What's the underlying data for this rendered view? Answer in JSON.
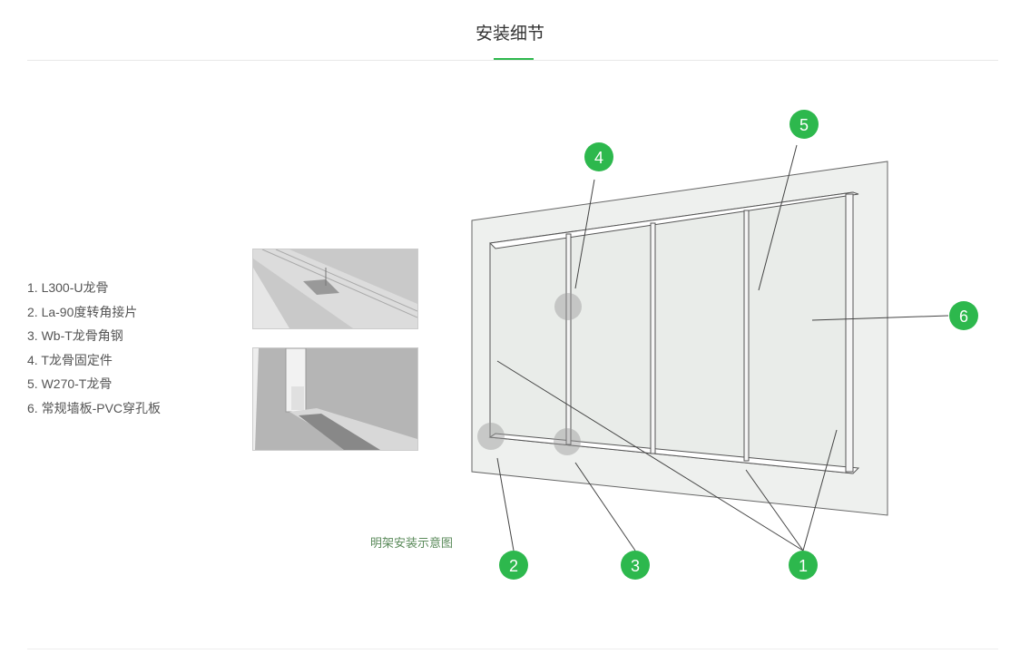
{
  "header": {
    "title": "安装细节"
  },
  "legend": [
    "1. L300-U龙骨",
    "2. La-90度转角接片",
    "3. Wb-T龙骨角钢",
    "4. T龙骨固定件",
    "5. W270-T龙骨",
    "6. 常规墙板-PVC穿孔板"
  ],
  "caption": "明架安装示意图",
  "markers": [
    "1",
    "2",
    "3",
    "4",
    "5",
    "6"
  ],
  "colors": {
    "accent": "#2db84d"
  }
}
